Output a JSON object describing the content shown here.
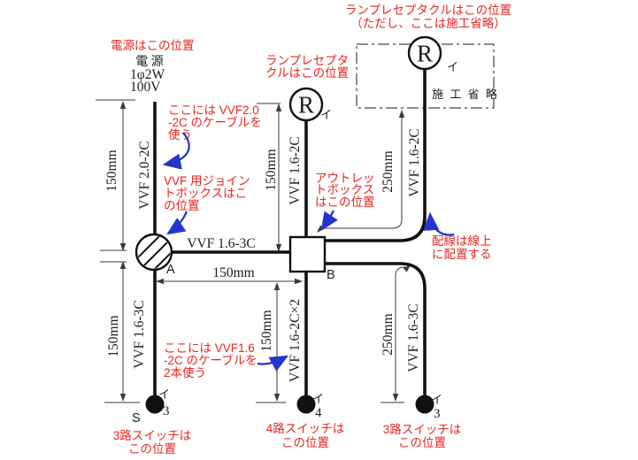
{
  "colors": {
    "annotation_red": "#e8251f",
    "arrow_blue": "#2335cc",
    "line_black": "#111111",
    "dim_gray": "#3a3a3a"
  },
  "source": {
    "note": "電源はこの位置",
    "name": "電 源",
    "phase": "1φ2W",
    "voltage": "100V"
  },
  "cables": {
    "power": "VVF 2.0-2C",
    "joint_outlet": "VVF 1.6-3C",
    "outlet_lamp": "VVF 1.6-2C",
    "outlet_lamp_omitted": "VVF 1.6-2C",
    "joint_switch": "VVF 1.6-3C",
    "outlet_switch4": "VVF 1.6-2C×2",
    "outlet_switch3": "VVF 1.6-3C"
  },
  "dims": {
    "left_upper": "150mm",
    "left_lower": "150mm",
    "center_upper": "150mm",
    "center_lower": "150mm",
    "between_ab": "150mm",
    "right_upper": "250mm",
    "right_lower": "250mm"
  },
  "notes": {
    "lamp_omitted": {
      "l1": "ランプレセプタクルはこの位置",
      "l2": "（ただし、ここは施工省略）"
    },
    "power": "電源はこの位置",
    "vvf20": {
      "l1": "ここには VVF2.0",
      "l2": "-2C のケーブルを",
      "l3": "使う"
    },
    "jointbox": {
      "l1": "VVF 用ジョイン",
      "l2": "トボックスはこ",
      "l3": "の位置"
    },
    "lamp": {
      "l1": "ランプレセプタ",
      "l2": "クルはこの位置"
    },
    "outletbox": {
      "l1": "アウトレッ",
      "l2": "トボックス",
      "l3": "はこの位置"
    },
    "wiring": {
      "l1": "配線は線上",
      "l2": "に配置する"
    },
    "vvf16": {
      "l1": "ここには VVF1.6",
      "l2": "-2C のケーブルを",
      "l3": "2本使う"
    },
    "sw3_left": {
      "l1": "3路スイッチは",
      "l2": "この位置"
    },
    "sw4": {
      "l1": "4路スイッチは",
      "l2": "この位置"
    },
    "sw3_right": {
      "l1": "3路スイッチは",
      "l2": "この位置"
    }
  },
  "symbols": {
    "receptacle": "R",
    "omission": "施 工 省 略",
    "circuit": "イ",
    "point_a": "A",
    "point_b": "B",
    "num3": "3",
    "num4": "4",
    "s": "S"
  }
}
